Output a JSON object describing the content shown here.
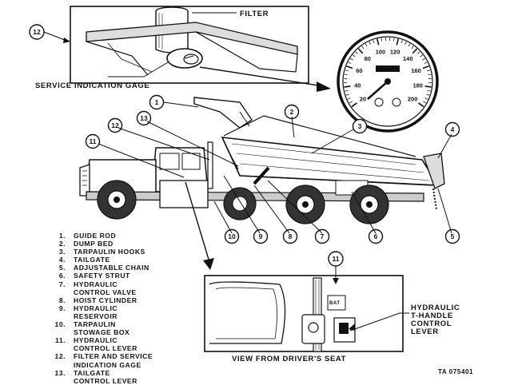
{
  "inset_top": {
    "filter_label": "FILTER",
    "gage_label": "SERVICE INDICATION GAGE",
    "callout": "12"
  },
  "gauge": {
    "ticks": [
      "20",
      "40",
      "60",
      "80",
      "100",
      "120",
      "140",
      "160",
      "180",
      "200"
    ]
  },
  "callouts": [
    "1",
    "2",
    "3",
    "4",
    "5",
    "6",
    "7",
    "8",
    "9",
    "10",
    "11",
    "12",
    "13"
  ],
  "legend": [
    {
      "num": "1.",
      "text": "GUIDE ROD"
    },
    {
      "num": "2.",
      "text": "DUMP BED"
    },
    {
      "num": "3.",
      "text": "TARPAULIN HOOKS"
    },
    {
      "num": "4.",
      "text": "TAILGATE"
    },
    {
      "num": "5.",
      "text": "ADJUSTABLE CHAIN"
    },
    {
      "num": "6.",
      "text": "SAFETY STRUT"
    },
    {
      "num": "7.",
      "text": "HYDRAULIC\nCONTROL VALVE"
    },
    {
      "num": "8.",
      "text": "HOIST CYLINDER"
    },
    {
      "num": "9.",
      "text": "HYDRAULIC\nRESERVOIR"
    },
    {
      "num": "10.",
      "text": "TARPAULIN\nSTOWAGE BOX"
    },
    {
      "num": "11.",
      "text": "HYDRAULIC\nCONTROL LEVER"
    },
    {
      "num": "12.",
      "text": "FILTER AND SERVICE\nINDICATION GAGE"
    },
    {
      "num": "13.",
      "text": "TAILGATE\nCONTROL LEVER"
    }
  ],
  "inset_bottom": {
    "callout": "11",
    "panel_text": "BAT",
    "lever_label": "HYDRAULIC\nT-HANDLE\nCONTROL\nLEVER",
    "caption": "VIEW FROM DRIVER'S SEAT"
  },
  "figure_id": "TA 075401"
}
